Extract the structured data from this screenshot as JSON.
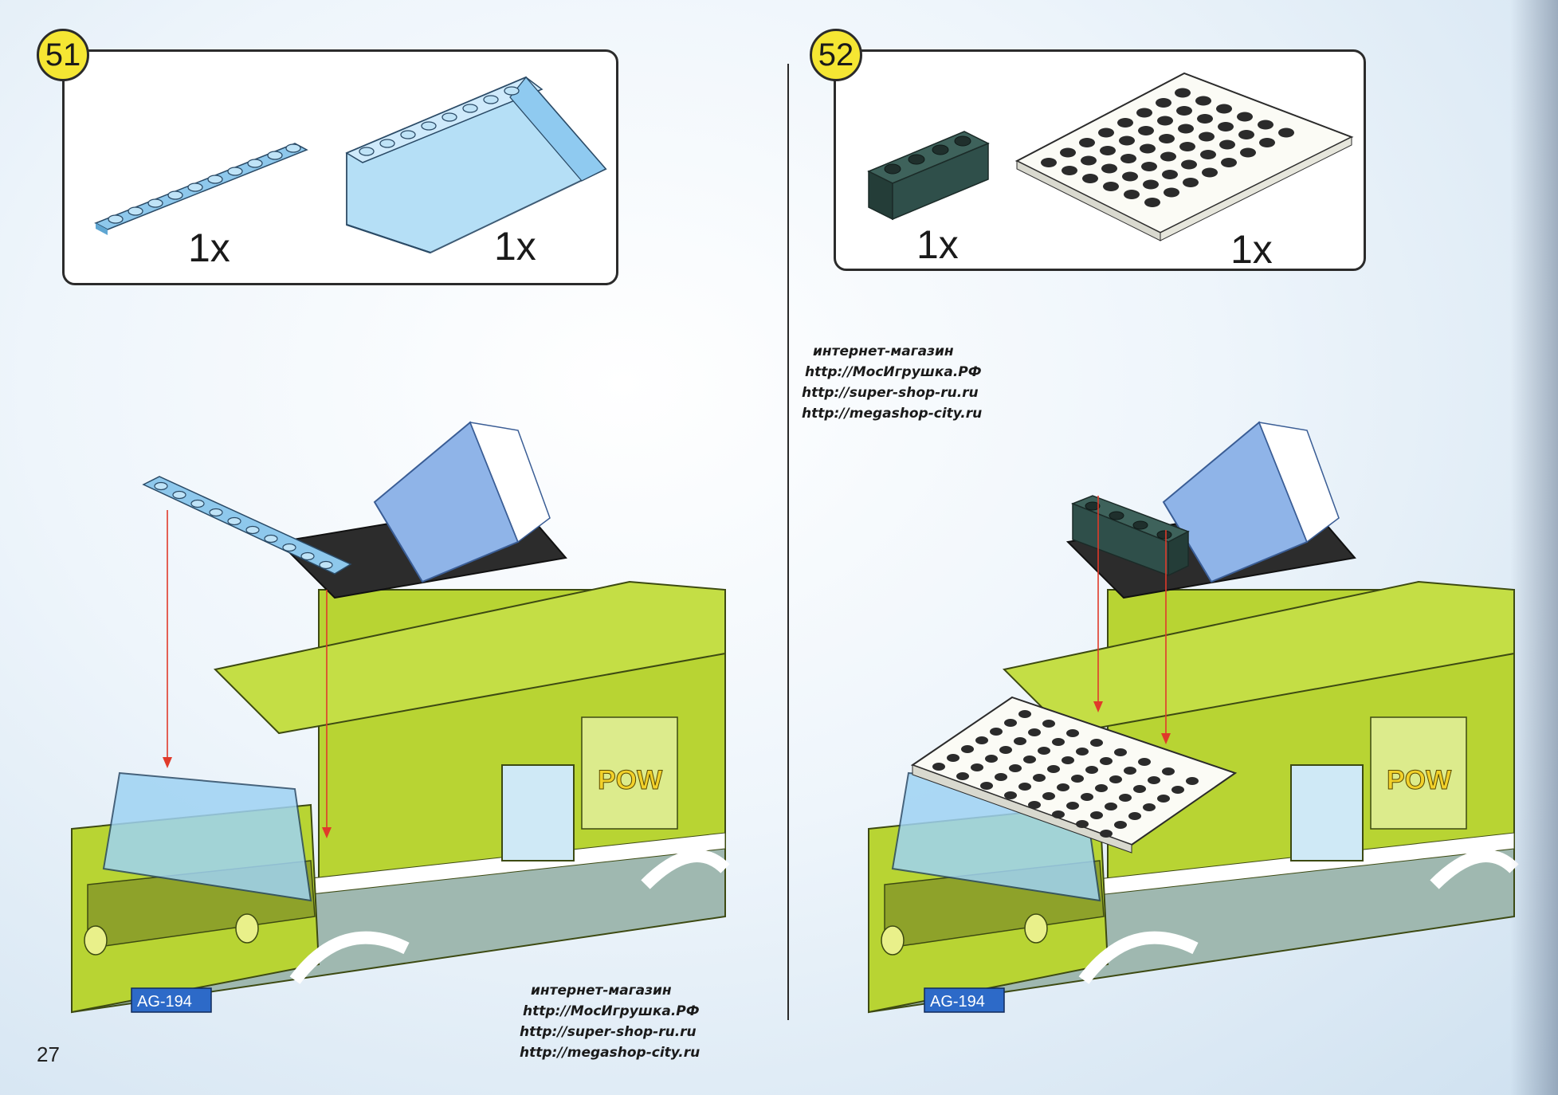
{
  "page": {
    "number": "27"
  },
  "steps": [
    {
      "number": "51",
      "parts": [
        {
          "name": "light-blue-plate-1x10",
          "qty": "1x"
        },
        {
          "name": "trans-blue-windscreen",
          "qty": "1x"
        }
      ]
    },
    {
      "number": "52",
      "parts": [
        {
          "name": "dark-green-brick-1x4",
          "qty": "1x"
        },
        {
          "name": "white-plate-6x8",
          "qty": "1x"
        }
      ]
    }
  ],
  "watermark": {
    "line1": "интернет-магазин",
    "line2": "http://МосИгрушка.РФ",
    "line3": "http://super-shop-ru.ru",
    "line4": "http://megashop-city.ru"
  },
  "vehicle": {
    "plate": "AG-194",
    "decal": "POW"
  },
  "colors": {
    "lime": "#b8d433",
    "step_badge": "#f5e633",
    "light_blue": "#8ec8ec",
    "trans_blue": "#9fd3f3",
    "dark_green": "#2f4f4a",
    "white_plate": "#fbfbf5"
  }
}
